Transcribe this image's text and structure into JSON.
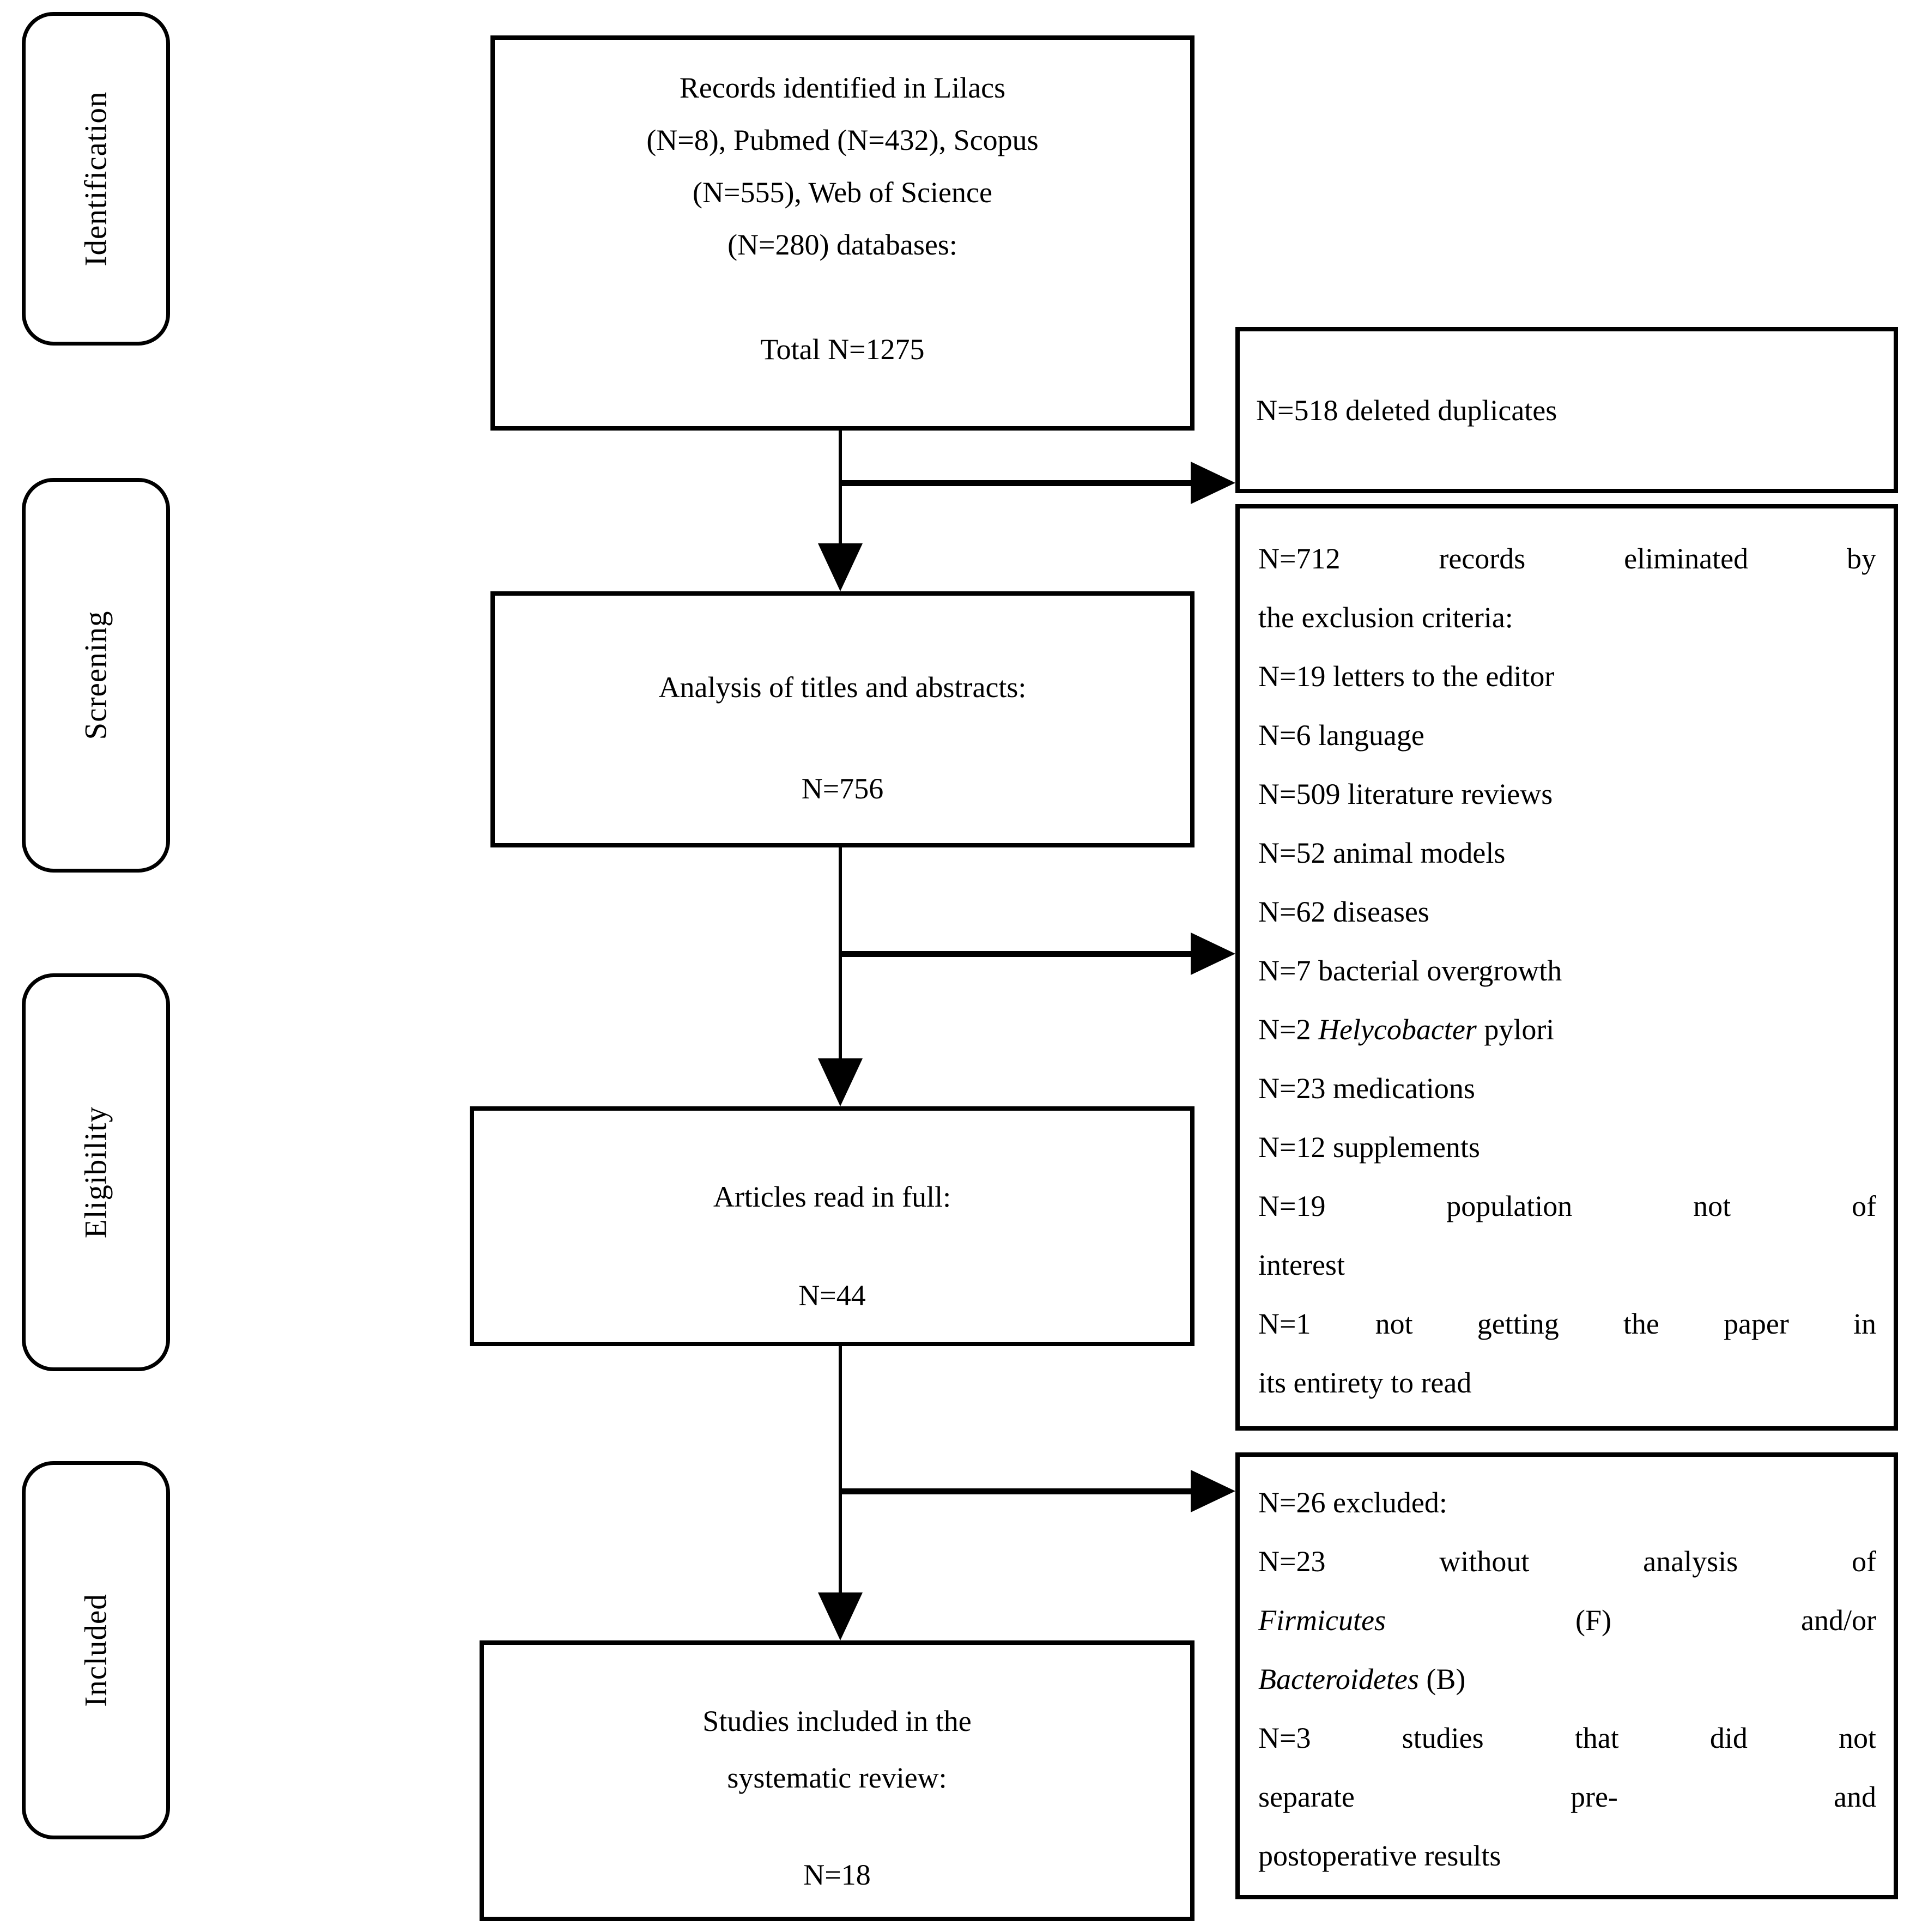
{
  "stages": {
    "identification": "Identification",
    "screening": "Screening",
    "eligibility": "Eligibility",
    "included": "Included"
  },
  "identification_box": {
    "line1": "Records identified in Lilacs",
    "line2": "(N=8), Pubmed (N=432), Scopus",
    "line3": "(N=555), Web of Science",
    "line4": "(N=280) databases:",
    "total": "Total N=1275"
  },
  "screening_box": {
    "title": "Analysis of titles and abstracts:",
    "count": "N=756"
  },
  "eligibility_box": {
    "title": "Articles read in full:",
    "count": "N=44"
  },
  "included_box": {
    "line1": "Studies included in the",
    "line2": "systematic review:",
    "count": "N=18"
  },
  "duplicates_box": {
    "text": "N=518 deleted duplicates"
  },
  "exclusion_box": {
    "line1": "N=712 records eliminated by",
    "line2": "the exclusion criteria:",
    "line3": "N=19 letters to the editor",
    "line4": "N=6 language",
    "line5": "N=509 literature reviews",
    "line6": "N=52 animal models",
    "line7": "N=62 diseases",
    "line8": "N=7 bacterial overgrowth",
    "line9_prefix": "N=2 ",
    "line9_italic": "Helycobacter",
    "line9_suffix": " pylori",
    "line10": "N=23 medications",
    "line11": "N=12 supplements",
    "line12": "N=19 population not of",
    "line13": "interest",
    "line14": "N=1 not getting the paper in",
    "line15": "its entirety to read"
  },
  "fulltext_exclusion_box": {
    "line1": "N=26 excluded:",
    "line2": "N=23 without analysis of",
    "line3_italic": "Firmicutes",
    "line3_mid": "(F)",
    "line3_suffix": "and/or",
    "line4_italic": "Bacteroidetes",
    "line4_suffix": " (B)",
    "line5": "N=3 studies that did not",
    "line6": "separate pre- and",
    "line7": "postoperative results"
  },
  "colors": {
    "border": "#000000",
    "background": "#ffffff",
    "text": "#000000"
  }
}
